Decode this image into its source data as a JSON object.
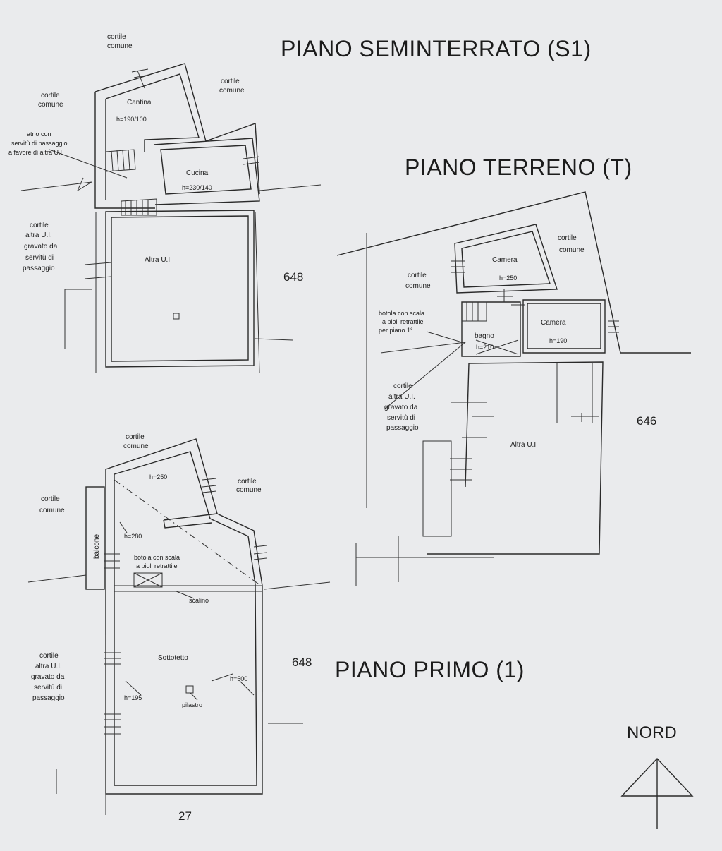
{
  "titles": {
    "s1": "PIANO SEMINTERRATO (S1)",
    "t": "PIANO TERRENO (T)",
    "p1": "PIANO PRIMO (1)"
  },
  "labels": {
    "cortile": "cortile",
    "comune": "comune",
    "altra_ui_line": "altra U.I.",
    "gravato_da": "gravato da",
    "servitu_di": "servitù di",
    "passaggio": "passaggio"
  },
  "s1": {
    "cantina": "Cantina",
    "cantina_h": "h=190/100",
    "cucina": "Cucina",
    "cucina_h": "h=230/140",
    "atrio_1": "atrio con",
    "atrio_2": "servitù di passaggio",
    "atrio_3": "a favore di altra U.I.",
    "altra": "Altra U.I.",
    "num": "648"
  },
  "t": {
    "camera1": "Camera",
    "camera1_h": "h=250",
    "camera2": "Camera",
    "camera2_h": "h=190",
    "bagno": "bagno",
    "bagno_h": "h=210",
    "botola_1": "botola con scala",
    "botola_2": "a pioli retrattile",
    "botola_3": "per piano 1°",
    "altra": "Altra U.I.",
    "num": "646"
  },
  "p1": {
    "h250": "h=250",
    "h280": "h=280",
    "balcone": "balcone",
    "botola_1": "botola con scala",
    "botola_2": "a pioli retrattile",
    "scalino": "scalino",
    "sottotetto": "Sottotetto",
    "h195": "h=195",
    "h500": "h=500",
    "pilastro": "pilastro",
    "num": "648"
  },
  "nord": "NORD",
  "page_number": "27"
}
